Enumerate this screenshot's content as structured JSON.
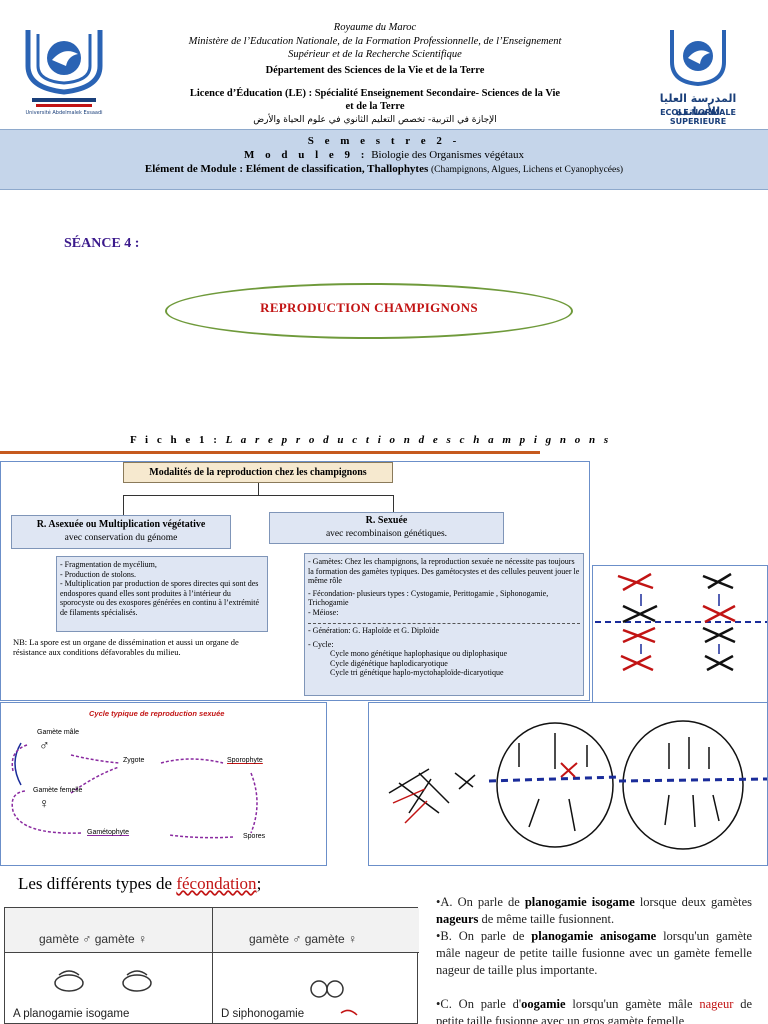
{
  "header": {
    "line1": "Royaume du Maroc",
    "line2": "Ministère de l’Education Nationale, de la Formation Professionnelle, de l’Enseignement",
    "line3": "Supérieur et de la Recherche Scientifique",
    "line4": "Département des Sciences de la Vie et de la Terre",
    "line5": "Licence d’Éducation (LE) : Spécialité Enseignement Secondaire- Sciences de la Vie",
    "line6": "et de la Terre",
    "arabic": "الإجازة في التربية- تخصص التعليم الثانوي في علوم الحياة والأرض",
    "logo_left_caption": "Université Abdelmalek Essaadi",
    "logo_right_caption": "ECOLE NORMALE SUPERIEURE",
    "logo_right_arabic": "المدرسة العليا للأساتذة"
  },
  "banner": {
    "semestre": "S e m e s t r e   2 -",
    "module_label": "M o d u l e   9 :",
    "module_value": "Biologie des Organismes végétaux",
    "element_label": "Elément de Module :",
    "element_value": "Elément de classification, Thallophytes",
    "element_extra": "(Champignons, Algues, Lichens et Cyanophycées)"
  },
  "seance": "SÉANCE 4 :",
  "main_title": "REPRODUCTION  CHAMPIGNONS",
  "fiche": {
    "label": "F i c h e  1 :",
    "title": "L a  r e p r o d u c t i o n  d e s  c h a m p i g n o n s"
  },
  "diagram": {
    "top": "Modalités de la reproduction chez les champignons",
    "asex_title": "R. Asexuée ou Multiplication végétative",
    "asex_sub": "avec conservation du génome",
    "sex_title": "R. Sexuée",
    "sex_sub": "avec recombinaison génétiques.",
    "asex_items": [
      "- Fragmentation de mycélium,",
      "- Production de stolons.",
      "- Multiplication par production de spores directes qui sont des endospores quand elles sont produites à l’intérieur du sporocyste ou des exospores générées en continu à l’extrémité de filaments spécialisés."
    ],
    "nb": "NB: La spore est un organe de dissémination et aussi un organe de résistance aux conditions défavorables du milieu.",
    "sex_items": [
      "- Gamètes: Chez les champignons, la reproduction sexuée ne nécessite pas toujours la formation des gamètes typiques. Des gamétocystes et des cellules peuvent jouer le même rôle",
      "- Fécondation- plusieurs types : Cystogamie, Perittogamie , Siphonogamie, Trichogamie",
      "- Méiose:",
      "- Génération: G. Haploïde et G. Diploïde",
      "- Cycle:",
      "Cycle mono génétique haplophasique ou diplophasique",
      "Cycle digénétique haplodicaryotique",
      "Cycle tri génétique haplo-myctohaploïde-dicaryotique"
    ]
  },
  "cycle": {
    "title": "Cycle typique  de reproduction sexuée",
    "gamete_male": "Gamète mâle",
    "gamete_femelle": "Gamète femelle",
    "zygote": "Zygote",
    "sporophyte": "Sporophyte",
    "spores": "Spores",
    "gametophyte": "Gamétophyte"
  },
  "fecondation": {
    "title_prefix": "Les différents types de ",
    "title_word": "fécondation",
    "title_suffix": ";",
    "table": {
      "col1_header": "gamète ♂   gamète ♀",
      "col2_header": "gamète ♂   gamète ♀",
      "row_a": "A   planogamie isogame",
      "row_d": "D   siphonogamie"
    },
    "paragraphs": [
      {
        "lead": "•A",
        "t1": ". On parle de ",
        "b1": "planogamie isogame",
        "t2": " lorsque deux gamètes ",
        "r1": "nageurs",
        "t3": " de même taille fusionnent."
      },
      {
        "lead": "•B",
        "t1": ". On parle de ",
        "b1": "planogamie anisogame",
        "t2": " lorsqu'un gamète mâle nageur de petite taille fusionne avec un gamète femelle nageur de taille plus importante."
      },
      {
        "lead": "•C",
        "t1": ". On parle d'",
        "b1": "oogamie",
        "t2": " lorsqu'un gamète mâle ",
        "r1": "nageur",
        "t3": " de petite taille fusionne avec un gros gamète femelle"
      }
    ]
  },
  "colors": {
    "banner": "#c5d5ea",
    "title_red": "#c21414",
    "seance_purple": "#3b1a8c",
    "ellipse_green": "#6f9a3b",
    "fiche_line": "#c65a1e"
  }
}
